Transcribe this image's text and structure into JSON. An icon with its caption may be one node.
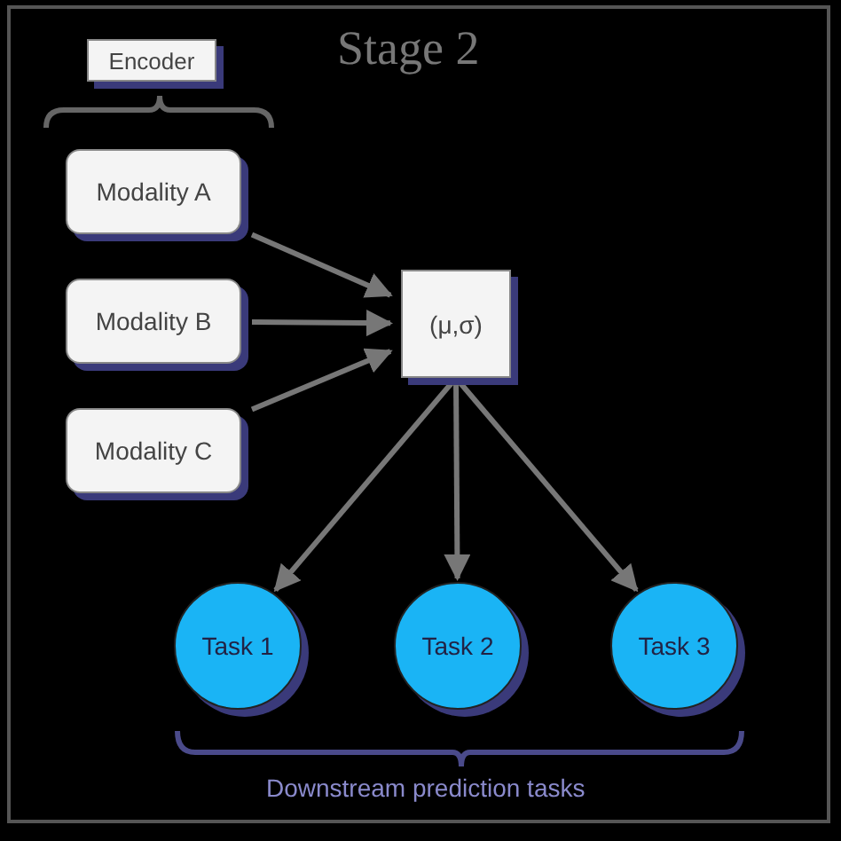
{
  "diagram": {
    "title": "Stage 2",
    "nodes": [
      {
        "text": [
          "Encoder"
        ]
      },
      {
        "text": [
          "Modality A"
        ]
      },
      {
        "text": [
          "Modality B"
        ]
      },
      {
        "text": [
          "Modality C"
        ]
      },
      {
        "text": [
          "(μ,σ)"
        ]
      },
      {
        "text": [
          "Task 1"
        ]
      },
      {
        "text": [
          "Task 2"
        ]
      },
      {
        "text": [
          "Task 3"
        ]
      }
    ],
    "edges": [
      {
        "from": 1,
        "to": 4,
        "arrow": "to"
      },
      {
        "from": 2,
        "to": 4,
        "arrow": "to"
      },
      {
        "from": 3,
        "to": 4,
        "arrow": "to"
      },
      {
        "from": 4,
        "to": 5,
        "arrow": "to"
      },
      {
        "from": 4,
        "to": 6,
        "arrow": "to"
      },
      {
        "from": 4,
        "to": 7,
        "arrow": "to"
      }
    ],
    "labels": [
      "Downstream prediction tasks"
    ]
  }
}
